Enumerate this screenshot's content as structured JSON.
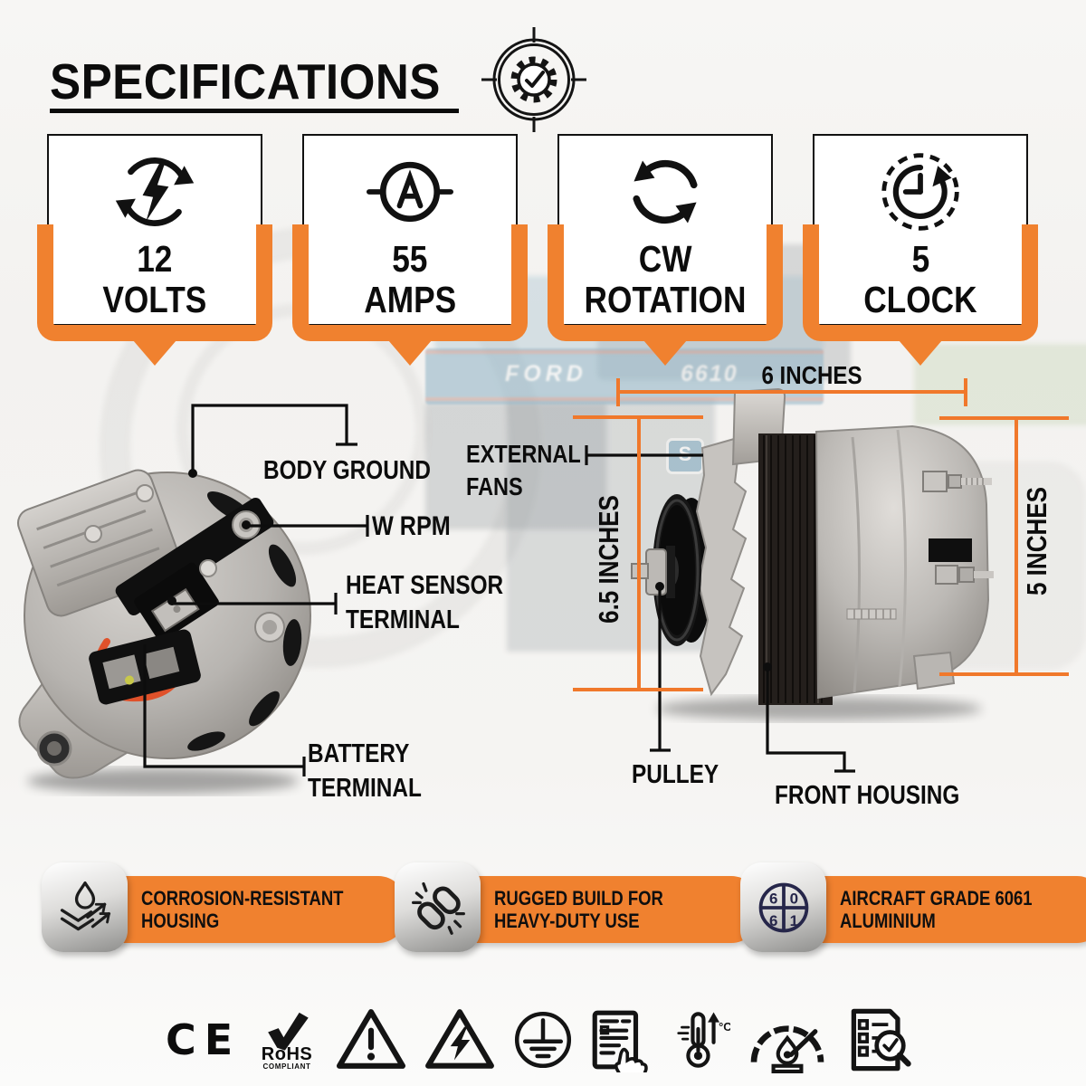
{
  "header": {
    "title": "SPECIFICATIONS"
  },
  "spec_cards": [
    {
      "value": "12",
      "unit": "VOLTS",
      "icon": "voltage-cycle-icon"
    },
    {
      "value": "55",
      "unit": "AMPS",
      "icon": "ammeter-icon"
    },
    {
      "value": "CW",
      "unit": "ROTATION",
      "icon": "clockwise-rotation-icon"
    },
    {
      "value": "5",
      "unit": "CLOCK",
      "icon": "clock-position-icon"
    }
  ],
  "background": {
    "brand": "FORD",
    "model": "6610",
    "emblem": "S"
  },
  "callouts": {
    "body_ground": "BODY GROUND",
    "w_rpm": "W RPM",
    "heat_sensor_line1": "HEAT SENSOR",
    "heat_sensor_line2": "TERMINAL",
    "battery_line1": "BATTERY",
    "battery_line2": "TERMINAL",
    "external_line1": "EXTERNAL",
    "external_line2": "FANS",
    "pulley": "PULLEY",
    "front_housing": "FRONT HOUSING"
  },
  "dimensions": {
    "width": "6 INCHES",
    "depth": "6.5 INCHES",
    "height": "5 INCHES"
  },
  "features": [
    {
      "line1": "CORROSION-RESISTANT",
      "line2": "HOUSING"
    },
    {
      "line1": "RUGGED BUILD FOR",
      "line2": "HEAVY-DUTY USE"
    },
    {
      "line1": "AIRCRAFT GRADE 6061",
      "line2": "ALUMINIUM",
      "digits": [
        "6",
        "0",
        "6",
        "1"
      ]
    }
  ],
  "certifications": {
    "ce": "CE",
    "rohs_line1": "RoHS",
    "rohs_line2": "COMPLIANT",
    "temp_unit": "°C"
  },
  "colors": {
    "orange": "#F0812F",
    "line_black": "#0d0d0d",
    "wire_orange": "#e0512a"
  }
}
